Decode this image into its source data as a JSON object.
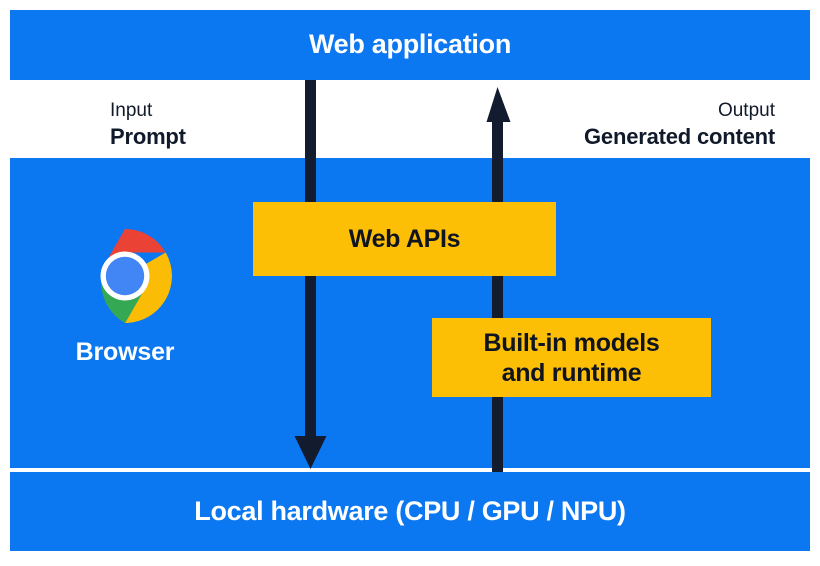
{
  "diagram": {
    "title": "Web application",
    "colors": {
      "blue": "#0B77F0",
      "yellow": "#FDBE06",
      "arrow": "#131B2E",
      "text_on_blue": "#FFFFFF",
      "text_dark": "#111A2B",
      "background": "#FFFFFF"
    },
    "bands": {
      "top": {
        "label": "Web application"
      },
      "middle": {
        "label": "Browser"
      },
      "bottom": {
        "label": "Local hardware (CPU / GPU / NPU)"
      }
    },
    "boxes": {
      "web_apis": {
        "label": "Web APIs"
      },
      "builtin_models": {
        "line1": "Built-in models",
        "line2": "and runtime"
      }
    },
    "io": {
      "input": {
        "kind": "Input",
        "value": "Prompt"
      },
      "output": {
        "kind": "Output",
        "value": "Generated content"
      }
    },
    "icons": {
      "chrome_logo": "chrome-logo-icon",
      "arrow_down": "arrow-down-icon",
      "arrow_up": "arrow-up-icon"
    },
    "chrome_logo_colors": {
      "red": "#EA4335",
      "yellow": "#FBBC05",
      "green": "#34A853",
      "blue": "#4285F4",
      "ring": "#FFFFFF"
    }
  }
}
